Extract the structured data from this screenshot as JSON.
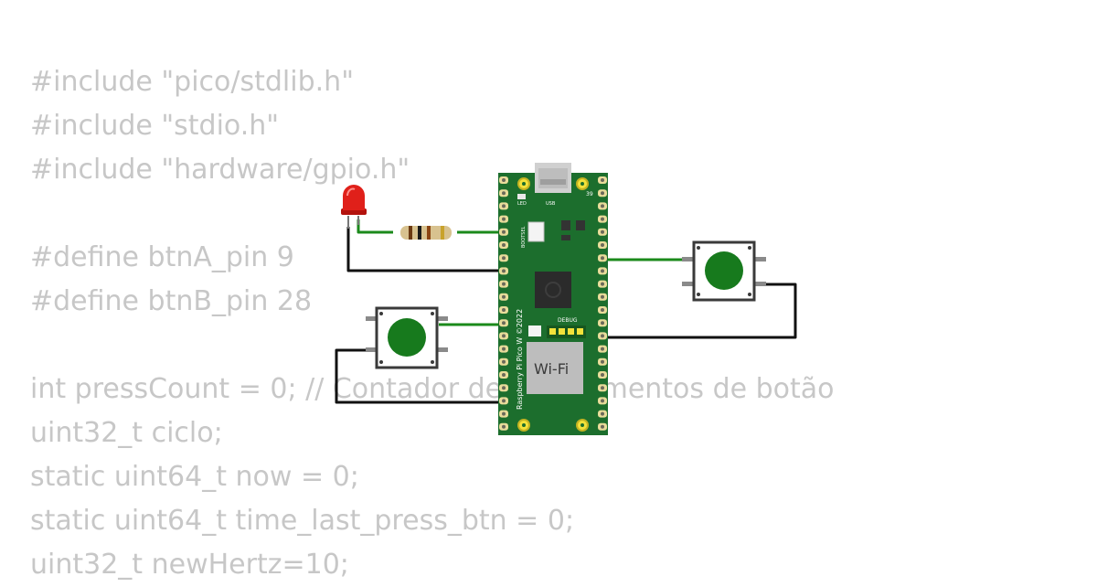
{
  "code_lines": [
    "#include \"pico/stdlib.h\"",
    "#include \"stdio.h\"",
    "#include \"hardware/gpio.h\"",
    "",
    "#define btnA_pin 9",
    "#define btnB_pin 28",
    "",
    "int pressCount = 0; // Contador de acionamentos de botão",
    "uint32_t ciclo;",
    "static uint64_t now = 0;",
    "static uint64_t time_last_press_btn = 0;",
    "uint32_t newHertz=10;"
  ],
  "board": {
    "silkscreen": "Raspberry Pi Pico W ©2022",
    "led_label": "LED",
    "usb_label": "USB",
    "bootsel_label": "BOOTSEL",
    "debug_label": "DEBUG",
    "wifi_label": "Wi-Fi",
    "pin_label_top": "39"
  },
  "colors": {
    "code_text": "#c7c7c7",
    "pcb": "#1c6e2d",
    "wire_green": "#1b8a1b",
    "wire_black": "#111111",
    "led": "#e0201a",
    "button_cap": "#177a1d"
  }
}
